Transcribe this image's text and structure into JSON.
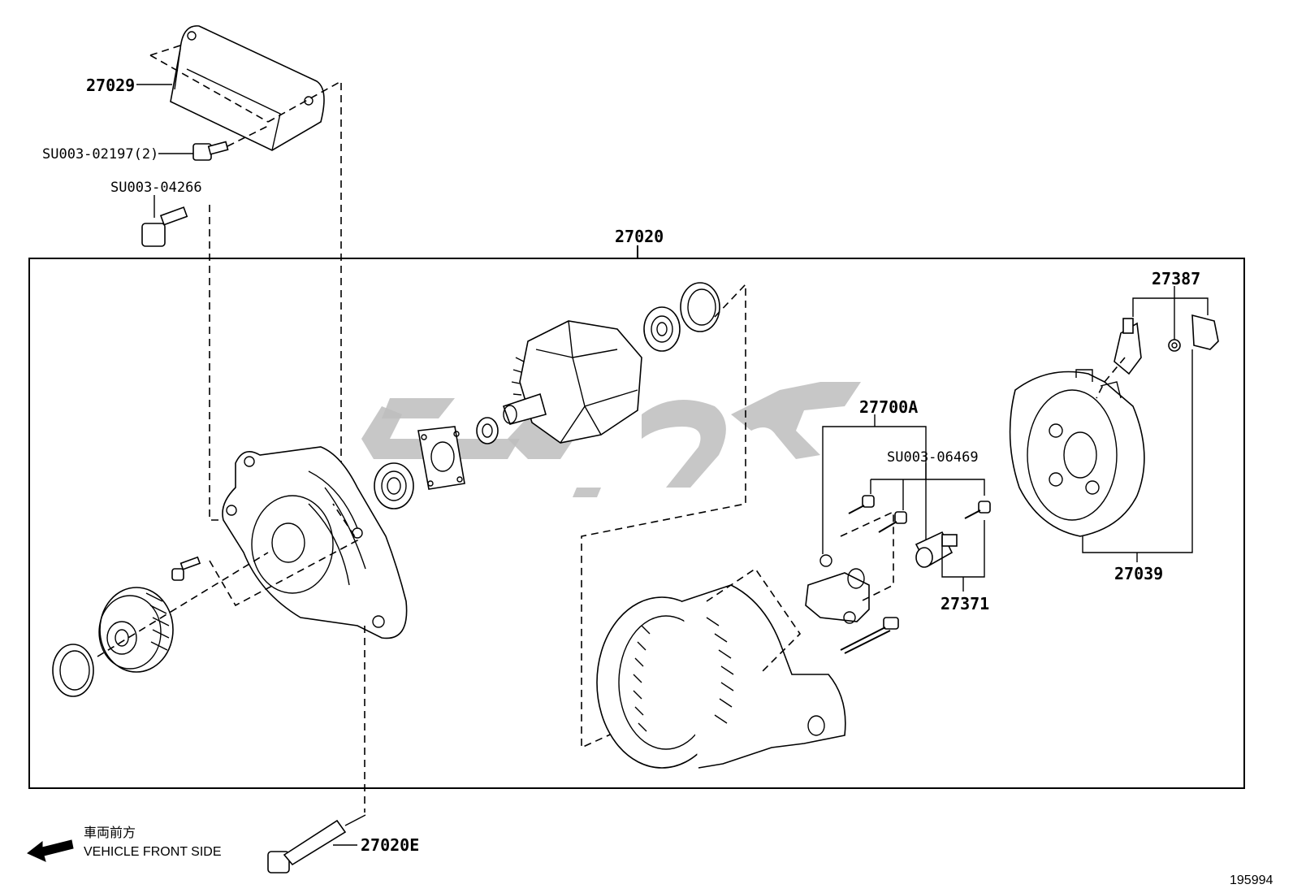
{
  "labels": {
    "p27029": "27029",
    "su_02197": "SU003-02197(2)",
    "su_04266": "SU003-04266",
    "p27020": "27020",
    "p27387": "27387",
    "p27700a": "27700A",
    "su_06469": "SU003-06469",
    "p27371": "27371",
    "p27039": "27039",
    "p27020e": "27020E",
    "front_jp": "車両前方",
    "front_en": "VEHICLE FRONT SIDE",
    "diagram_id": "195994"
  },
  "watermark_color": "#bdbdbd",
  "arrow_icon": "arrow-left-icon"
}
